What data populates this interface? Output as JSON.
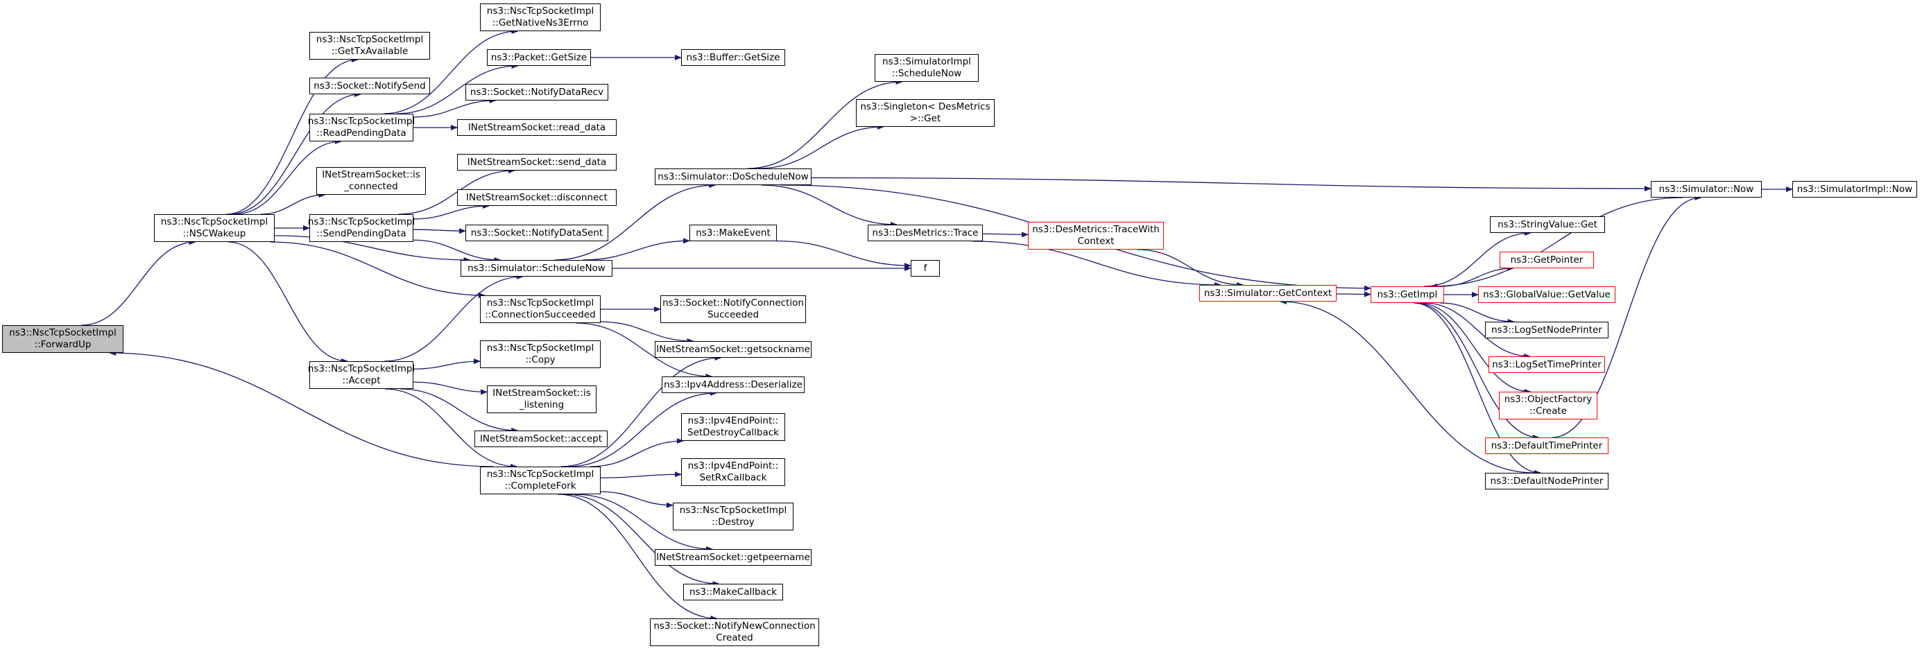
{
  "colors": {
    "edge": "#191970",
    "border": "#000000",
    "red_border": "#ff0000",
    "focus_fill": "#bfbfbf"
  },
  "nodes": [
    {
      "id": "forwardup",
      "lines": [
        "ns3::NscTcpSocketImpl",
        "::ForwardUp"
      ],
      "style": "focus"
    },
    {
      "id": "nscwakeup",
      "lines": [
        "ns3::NscTcpSocketImpl",
        "::NSCWakeup"
      ],
      "style": "normal"
    },
    {
      "id": "gettxavailable",
      "lines": [
        "ns3::NscTcpSocketImpl",
        "::GetTxAvailable"
      ],
      "style": "normal"
    },
    {
      "id": "notifysend",
      "lines": [
        "ns3::Socket::NotifySend"
      ],
      "style": "normal"
    },
    {
      "id": "readpendingdata",
      "lines": [
        "ns3::NscTcpSocketImpl",
        "::ReadPendingData"
      ],
      "style": "normal"
    },
    {
      "id": "is-connected",
      "lines": [
        "INetStreamSocket::is",
        "_connected"
      ],
      "style": "normal"
    },
    {
      "id": "sendpendingdata",
      "lines": [
        "ns3::NscTcpSocketImpl",
        "::SendPendingData"
      ],
      "style": "normal"
    },
    {
      "id": "accept-impl",
      "lines": [
        "ns3::NscTcpSocketImpl",
        "::Accept"
      ],
      "style": "normal"
    },
    {
      "id": "getnativens3errno",
      "lines": [
        "ns3::NscTcpSocketImpl",
        "::GetNativeNs3Errno"
      ],
      "style": "normal"
    },
    {
      "id": "packet-getsize",
      "lines": [
        "ns3::Packet::GetSize"
      ],
      "style": "normal"
    },
    {
      "id": "notifydatarecv",
      "lines": [
        "ns3::Socket::NotifyDataRecv"
      ],
      "style": "normal"
    },
    {
      "id": "read-data",
      "lines": [
        "INetStreamSocket::read_data"
      ],
      "style": "normal"
    },
    {
      "id": "send-data",
      "lines": [
        "INetStreamSocket::send_data"
      ],
      "style": "normal"
    },
    {
      "id": "disconnect",
      "lines": [
        "INetStreamSocket::disconnect"
      ],
      "style": "normal"
    },
    {
      "id": "notifydatasent",
      "lines": [
        "ns3::Socket::NotifyDataSent"
      ],
      "style": "normal"
    },
    {
      "id": "schedulenow",
      "lines": [
        "ns3::Simulator::ScheduleNow"
      ],
      "style": "normal"
    },
    {
      "id": "connectionsucceeded",
      "lines": [
        "ns3::NscTcpSocketImpl",
        "::ConnectionSucceeded"
      ],
      "style": "normal"
    },
    {
      "id": "copy",
      "lines": [
        "ns3::NscTcpSocketImpl",
        "::Copy"
      ],
      "style": "normal"
    },
    {
      "id": "is-listening",
      "lines": [
        "INetStreamSocket::is",
        "_listening"
      ],
      "style": "normal"
    },
    {
      "id": "inet-accept",
      "lines": [
        "INetStreamSocket::accept"
      ],
      "style": "normal"
    },
    {
      "id": "completefork",
      "lines": [
        "ns3::NscTcpSocketImpl",
        "::CompleteFork"
      ],
      "style": "normal"
    },
    {
      "id": "buffer-getsize",
      "lines": [
        "ns3::Buffer::GetSize"
      ],
      "style": "normal"
    },
    {
      "id": "doschedulenow",
      "lines": [
        "ns3::Simulator::DoScheduleNow"
      ],
      "style": "normal"
    },
    {
      "id": "makeevent",
      "lines": [
        "ns3::MakeEvent"
      ],
      "style": "normal"
    },
    {
      "id": "notifyconnectionsucceeded",
      "lines": [
        "ns3::Socket::NotifyConnection",
        "Succeeded"
      ],
      "style": "normal"
    },
    {
      "id": "getsockname",
      "lines": [
        "INetStreamSocket::getsockname"
      ],
      "style": "normal"
    },
    {
      "id": "deserialize",
      "lines": [
        "ns3::Ipv4Address::Deserialize"
      ],
      "style": "normal"
    },
    {
      "id": "setdestroycallback",
      "lines": [
        "ns3::Ipv4EndPoint::",
        "SetDestroyCallback"
      ],
      "style": "normal"
    },
    {
      "id": "setrxcallback",
      "lines": [
        "ns3::Ipv4EndPoint::",
        "SetRxCallback"
      ],
      "style": "normal"
    },
    {
      "id": "destroy",
      "lines": [
        "ns3::NscTcpSocketImpl",
        "::Destroy"
      ],
      "style": "normal"
    },
    {
      "id": "getpeername",
      "lines": [
        "INetStreamSocket::getpeername"
      ],
      "style": "normal"
    },
    {
      "id": "makecallback",
      "lines": [
        "ns3::MakeCallback"
      ],
      "style": "normal"
    },
    {
      "id": "notifynewconnectioncreated",
      "lines": [
        "ns3::Socket::NotifyNewConnection",
        "Created"
      ],
      "style": "normal"
    },
    {
      "id": "simimpl-schedulenow",
      "lines": [
        "ns3::SimulatorImpl",
        "::ScheduleNow"
      ],
      "style": "normal"
    },
    {
      "id": "singleton-get",
      "lines": [
        "ns3::Singleton< DesMetrics",
        " >::Get"
      ],
      "style": "normal"
    },
    {
      "id": "desmetrics-trace",
      "lines": [
        "ns3::DesMetrics::Trace"
      ],
      "style": "normal"
    },
    {
      "id": "f",
      "lines": [
        "f"
      ],
      "style": "normal"
    },
    {
      "id": "tracewithcontext",
      "lines": [
        "ns3::DesMetrics::TraceWith",
        "Context"
      ],
      "style": "red"
    },
    {
      "id": "getcontext",
      "lines": [
        "ns3::Simulator::GetContext"
      ],
      "style": "red"
    },
    {
      "id": "getimpl",
      "lines": [
        "ns3::GetImpl"
      ],
      "style": "red"
    },
    {
      "id": "stringvalue-get",
      "lines": [
        "ns3::StringValue::Get"
      ],
      "style": "normal"
    },
    {
      "id": "getpointer",
      "lines": [
        "ns3::GetPointer"
      ],
      "style": "red"
    },
    {
      "id": "globalvalue-getvalue",
      "lines": [
        "ns3::GlobalValue::GetValue"
      ],
      "style": "red"
    },
    {
      "id": "logsetnodeprinter",
      "lines": [
        "ns3::LogSetNodePrinter"
      ],
      "style": "normal"
    },
    {
      "id": "logsettimeprinter",
      "lines": [
        "ns3::LogSetTimePrinter"
      ],
      "style": "red"
    },
    {
      "id": "objectfactory-create",
      "lines": [
        "ns3::ObjectFactory",
        "::Create"
      ],
      "style": "red"
    },
    {
      "id": "defaulttimeprinter",
      "lines": [
        "ns3::DefaultTimePrinter"
      ],
      "style": "red"
    },
    {
      "id": "defaultnodeprinter",
      "lines": [
        "ns3::DefaultNodePrinter"
      ],
      "style": "normal"
    },
    {
      "id": "simulator-now",
      "lines": [
        "ns3::Simulator::Now"
      ],
      "style": "normal"
    },
    {
      "id": "simimpl-now",
      "lines": [
        "ns3::SimulatorImpl::Now"
      ],
      "style": "normal"
    }
  ],
  "edges": [
    [
      "forwardup",
      "nscwakeup"
    ],
    [
      "completefork",
      "forwardup"
    ],
    [
      "nscwakeup",
      "gettxavailable"
    ],
    [
      "nscwakeup",
      "notifysend"
    ],
    [
      "nscwakeup",
      "readpendingdata"
    ],
    [
      "nscwakeup",
      "is-connected"
    ],
    [
      "nscwakeup",
      "sendpendingdata"
    ],
    [
      "nscwakeup",
      "schedulenow"
    ],
    [
      "nscwakeup",
      "connectionsucceeded"
    ],
    [
      "nscwakeup",
      "accept-impl"
    ],
    [
      "readpendingdata",
      "getnativens3errno"
    ],
    [
      "readpendingdata",
      "packet-getsize"
    ],
    [
      "readpendingdata",
      "notifydatarecv"
    ],
    [
      "readpendingdata",
      "read-data"
    ],
    [
      "packet-getsize",
      "buffer-getsize"
    ],
    [
      "sendpendingdata",
      "send-data"
    ],
    [
      "sendpendingdata",
      "disconnect"
    ],
    [
      "sendpendingdata",
      "notifydatasent"
    ],
    [
      "sendpendingdata",
      "schedulenow"
    ],
    [
      "accept-impl",
      "schedulenow"
    ],
    [
      "accept-impl",
      "copy"
    ],
    [
      "accept-impl",
      "is-listening"
    ],
    [
      "accept-impl",
      "inet-accept"
    ],
    [
      "accept-impl",
      "completefork"
    ],
    [
      "schedulenow",
      "doschedulenow"
    ],
    [
      "schedulenow",
      "makeevent"
    ],
    [
      "schedulenow",
      "f"
    ],
    [
      "connectionsucceeded",
      "notifyconnectionsucceeded"
    ],
    [
      "connectionsucceeded",
      "getsockname"
    ],
    [
      "connectionsucceeded",
      "deserialize"
    ],
    [
      "completefork",
      "getsockname"
    ],
    [
      "completefork",
      "deserialize"
    ],
    [
      "completefork",
      "setdestroycallback"
    ],
    [
      "completefork",
      "setrxcallback"
    ],
    [
      "completefork",
      "destroy"
    ],
    [
      "completefork",
      "getpeername"
    ],
    [
      "completefork",
      "makecallback"
    ],
    [
      "completefork",
      "notifynewconnectioncreated"
    ],
    [
      "doschedulenow",
      "simimpl-schedulenow"
    ],
    [
      "doschedulenow",
      "singleton-get"
    ],
    [
      "doschedulenow",
      "desmetrics-trace"
    ],
    [
      "doschedulenow",
      "getimpl"
    ],
    [
      "doschedulenow",
      "simulator-now"
    ],
    [
      "makeevent",
      "f"
    ],
    [
      "desmetrics-trace",
      "tracewithcontext"
    ],
    [
      "desmetrics-trace",
      "getcontext"
    ],
    [
      "tracewithcontext",
      "getcontext"
    ],
    [
      "defaultnodeprinter",
      "getcontext"
    ],
    [
      "getcontext",
      "getimpl"
    ],
    [
      "getimpl",
      "stringvalue-get"
    ],
    [
      "getimpl",
      "getpointer"
    ],
    [
      "getimpl",
      "globalvalue-getvalue"
    ],
    [
      "getimpl",
      "logsetnodeprinter"
    ],
    [
      "getimpl",
      "logsettimeprinter"
    ],
    [
      "getimpl",
      "objectfactory-create"
    ],
    [
      "getimpl",
      "defaulttimeprinter"
    ],
    [
      "getimpl",
      "defaultnodeprinter"
    ],
    [
      "simulator-now",
      "getimpl"
    ],
    [
      "defaulttimeprinter",
      "simulator-now"
    ],
    [
      "simulator-now",
      "simimpl-now"
    ]
  ]
}
